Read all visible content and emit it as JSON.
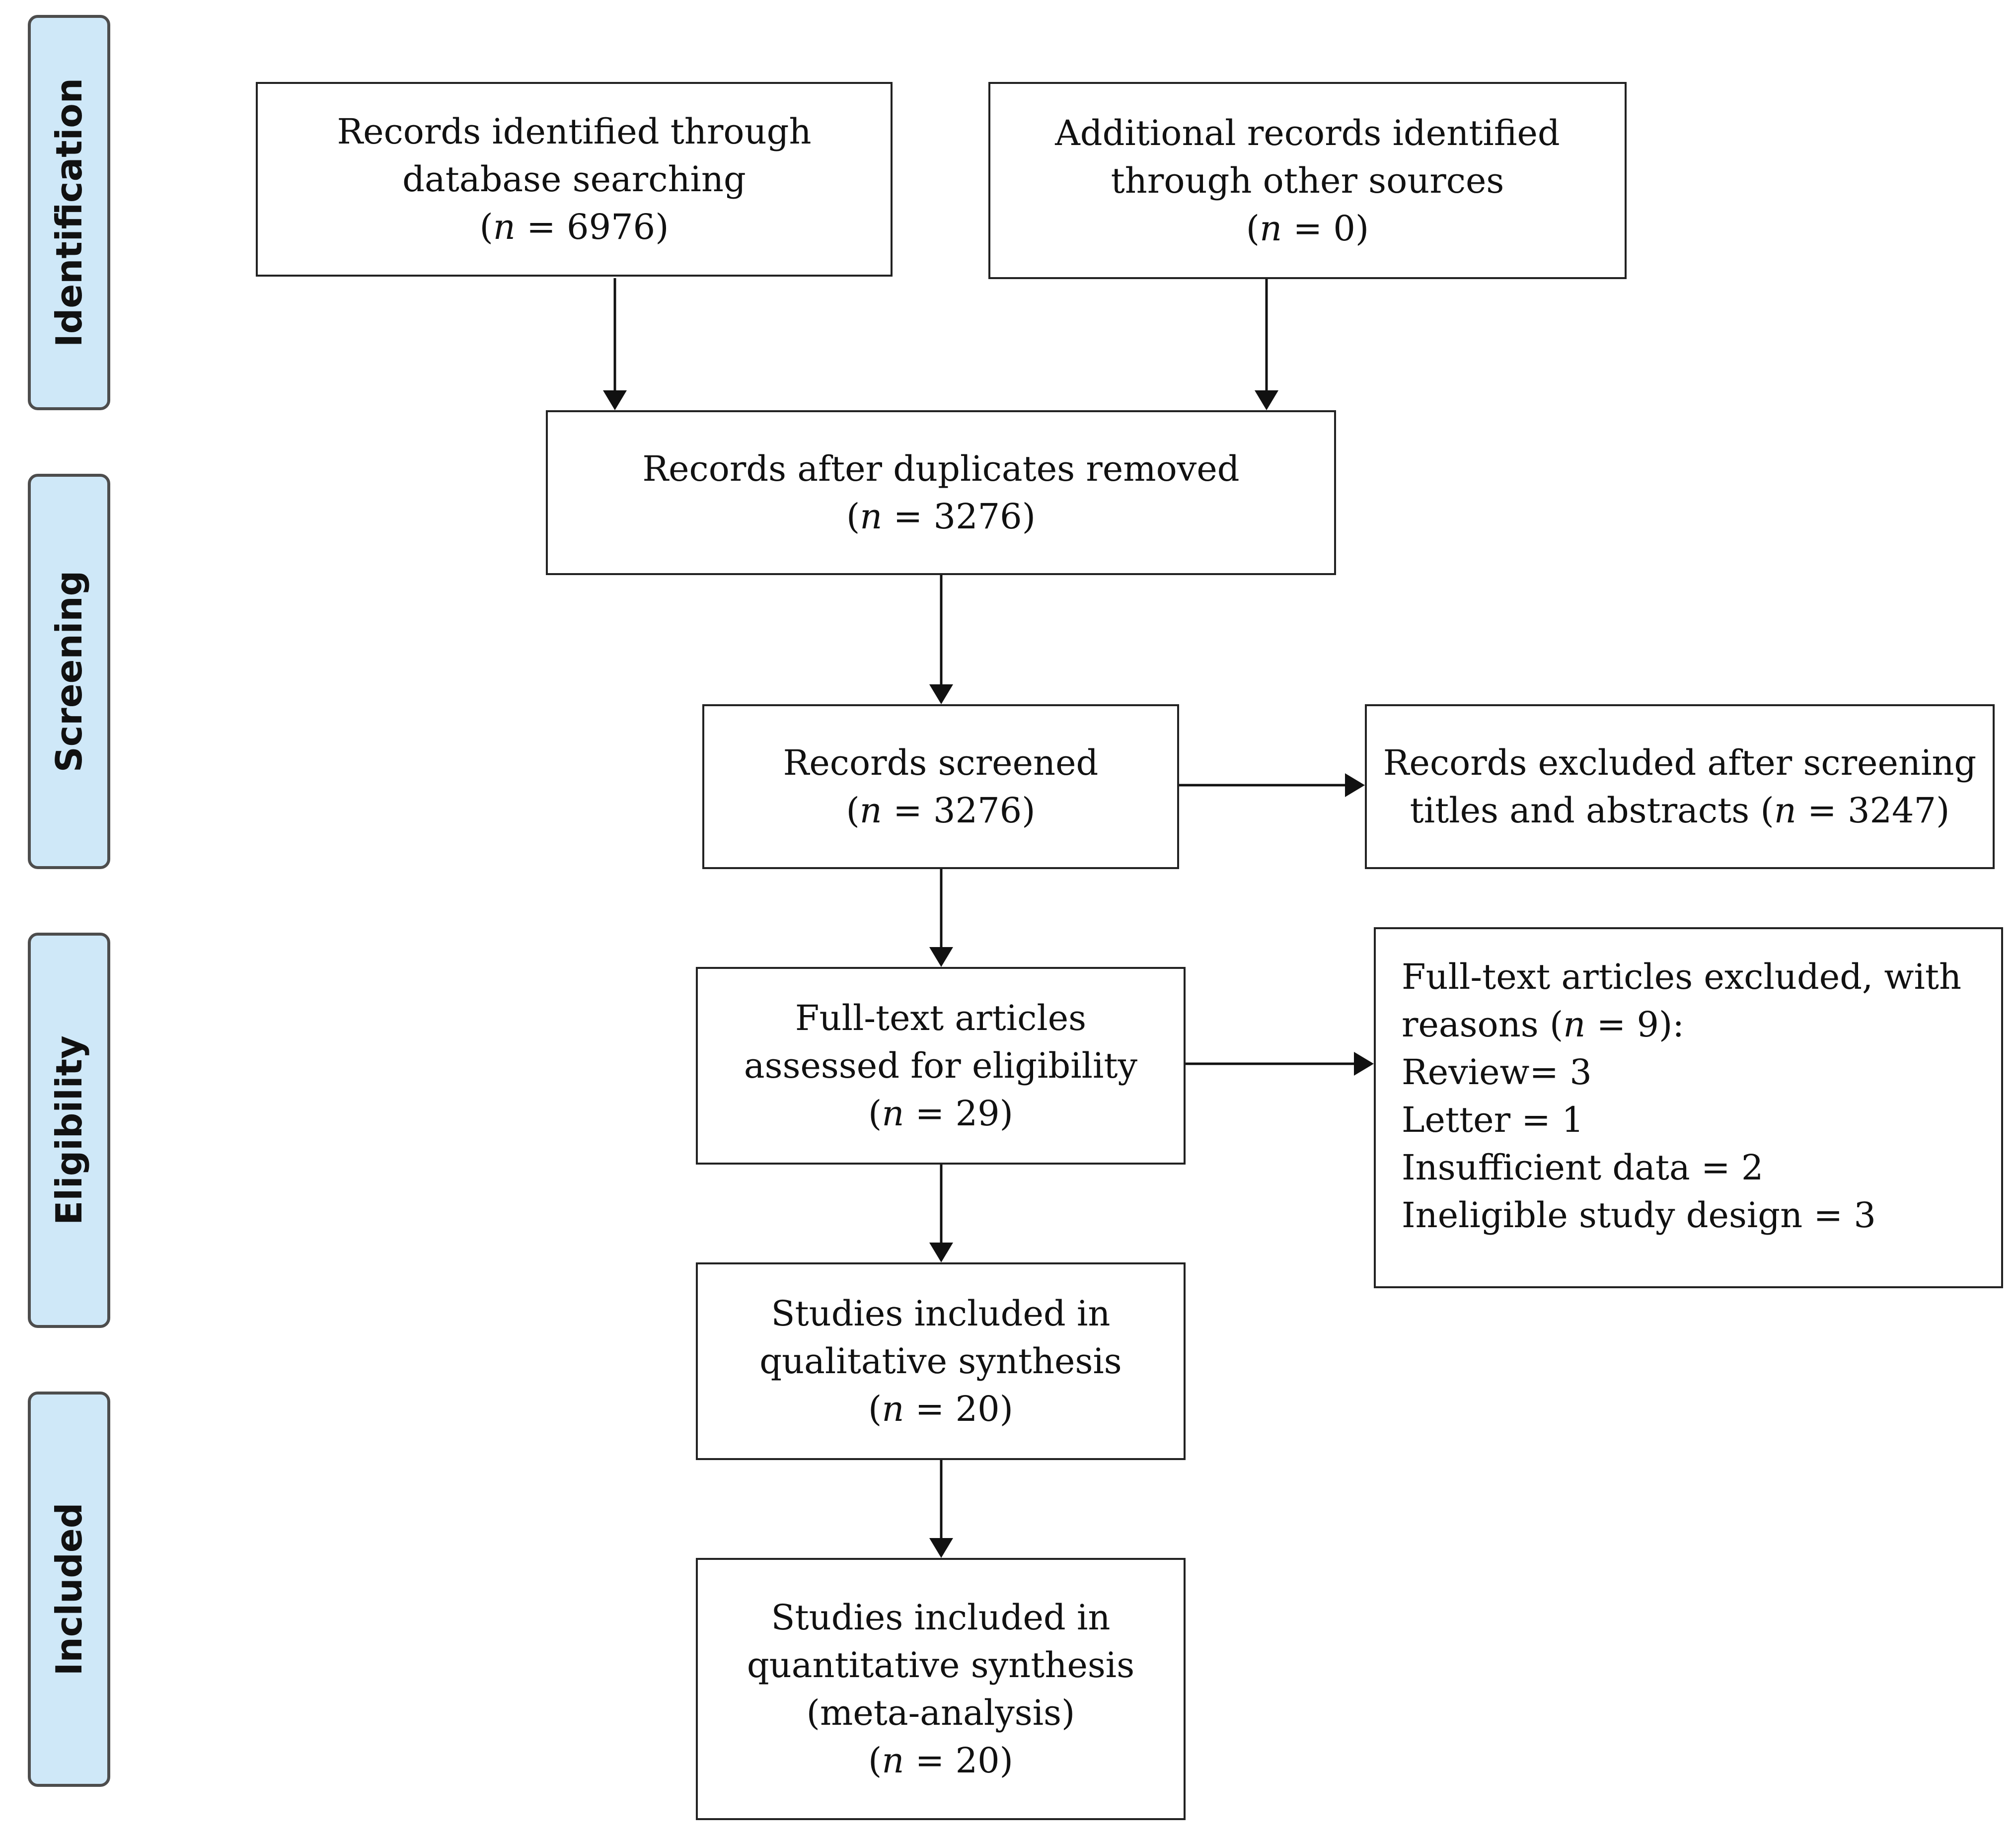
{
  "stages": [
    {
      "id": "identification",
      "label": "Identification"
    },
    {
      "id": "screening",
      "label": "Screening"
    },
    {
      "id": "eligibility",
      "label": "Eligibility"
    },
    {
      "id": "included",
      "label": "Included"
    }
  ],
  "boxes": {
    "database_records": {
      "lines": [
        "Records identified through",
        "database searching"
      ],
      "count_prefix": "(",
      "n": "n",
      "count_suffix": " = 6976)"
    },
    "other_records": {
      "lines": [
        "Additional records identified",
        "through other sources"
      ],
      "count_prefix": "(",
      "n": "n",
      "count_suffix": " = 0)"
    },
    "duplicates_removed": {
      "lines": [
        "Records after duplicates removed"
      ],
      "count_prefix": "(",
      "n": "n",
      "count_suffix": " = 3276)"
    },
    "screened": {
      "lines": [
        "Records screened"
      ],
      "count_prefix": "(",
      "n": "n",
      "count_suffix": " = 3276)"
    },
    "excluded_screening": {
      "line1": "Records excluded after screening",
      "line2_prefix": "titles and abstracts (",
      "n": "n",
      "line2_suffix": " = 3247)"
    },
    "fulltext_assessed": {
      "lines": [
        "Full-text articles",
        "assessed for eligibility"
      ],
      "count_prefix": "(",
      "n": "n",
      "count_suffix": " = 29)"
    },
    "fulltext_excluded": {
      "line1": "Full-text articles excluded, with",
      "line2_prefix": "reasons (",
      "n": "n",
      "line2_suffix": " = 9):",
      "reasons": [
        "Review= 3",
        "Letter = 1",
        "Insufficient data = 2",
        "Ineligible study design = 3"
      ]
    },
    "qualitative": {
      "lines": [
        "Studies included in",
        "qualitative synthesis"
      ],
      "count_prefix": "(",
      "n": "n",
      "count_suffix": " = 20)"
    },
    "quantitative": {
      "lines": [
        "Studies included in",
        "quantitative synthesis",
        "(meta-analysis)"
      ],
      "count_prefix": "(",
      "n": "n",
      "count_suffix": " = 20)"
    }
  }
}
